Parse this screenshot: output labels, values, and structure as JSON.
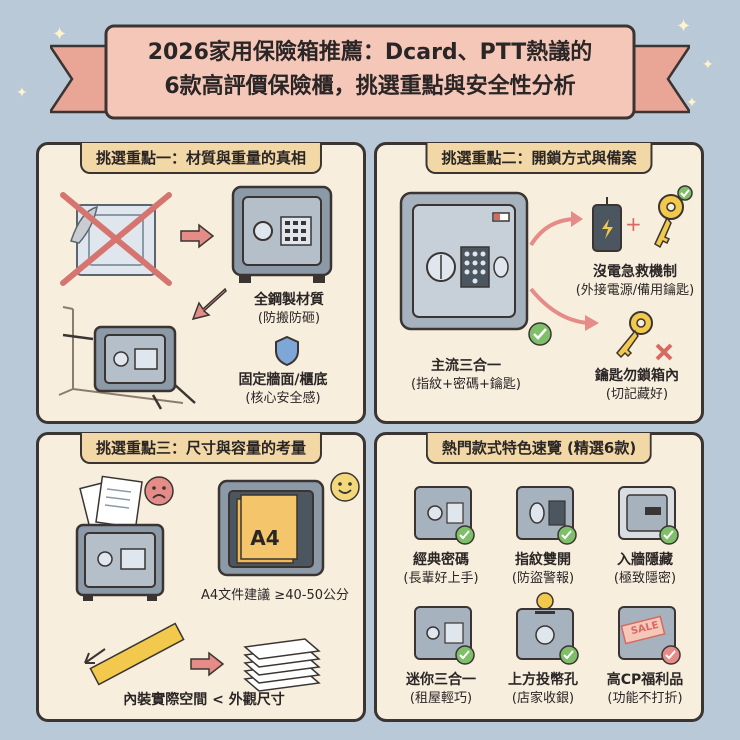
{
  "title": {
    "line1": "2026家用保險箱推薦：Dcard、PTT熱議的",
    "line2": "6款高評價保險櫃，挑選重點與安全性分析"
  },
  "panel1": {
    "heading": "挑選重點一：材質與重量的真相",
    "material_title": "全鋼製材質",
    "material_sub": "(防搬防砸)",
    "fix_title": "固定牆面/櫃底",
    "fix_sub": "(核心安全感)"
  },
  "panel2": {
    "heading": "挑選重點二：開鎖方式與備案",
    "emergency_title": "沒電急救機制",
    "emergency_sub": "(外接電源/備用鑰匙)",
    "main_title": "主流三合一",
    "main_sub": "(指紋+密碼+鑰匙)",
    "key_title": "鑰匙勿鎖箱內",
    "key_sub": "(切記藏好)"
  },
  "panel3": {
    "heading": "挑選重點三：尺寸與容量的考量",
    "a4_label": "A4",
    "a4_note": "A4文件建議 ≥40-50公分",
    "inner_note": "內裝實際空間 < 外觀尺寸"
  },
  "panel4": {
    "heading": "熱門款式特色速覽 (精選6款)",
    "items": [
      {
        "title": "經典密碼",
        "sub": "(長輩好上手)"
      },
      {
        "title": "指紋雙開",
        "sub": "(防盜警報)"
      },
      {
        "title": "入牆隱藏",
        "sub": "(極致隱密)"
      },
      {
        "title": "迷你三合一",
        "sub": "(租屋輕巧)"
      },
      {
        "title": "上方投幣孔",
        "sub": "(店家收銀)"
      },
      {
        "title": "高CP福利品",
        "sub": "(功能不打折)"
      }
    ],
    "sale_tag": "SALE"
  },
  "colors": {
    "background": "#b9c9d8",
    "panel": "#f7eedd",
    "banner": "#f2b8aa",
    "header_tab": "#f2d8a6",
    "safe": "#8c9aa8",
    "check": "#7fbf6a",
    "arrow": "#e58c88"
  }
}
